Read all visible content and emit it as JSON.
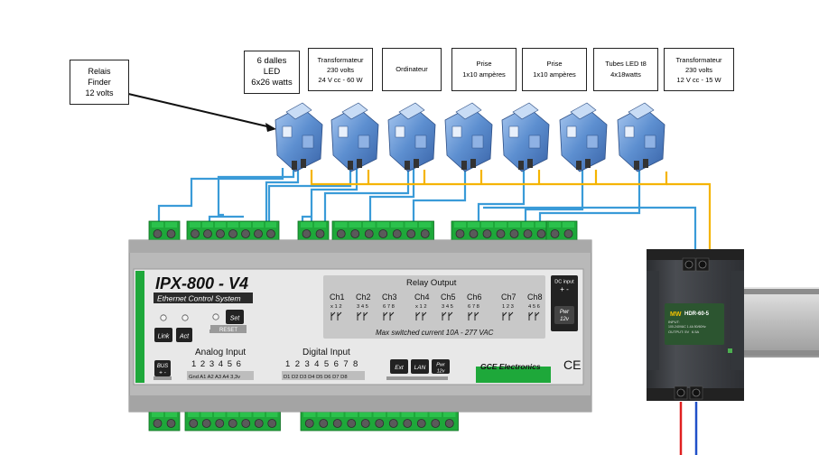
{
  "callouts": {
    "relais": [
      "Relais",
      "Finder",
      "12 volts"
    ],
    "c1": [
      "6 dalles",
      "LED",
      "6x26 watts"
    ],
    "c2": [
      "Transformateur",
      "230 volts",
      "24 V cc - 60 W"
    ],
    "c3": [
      "Ordinateur"
    ],
    "c4": [
      "Prise",
      "1x10 ampères"
    ],
    "c5": [
      "Prise",
      "1x10 ampères"
    ],
    "c6": [
      "Tubes LED t8",
      "4x18watts"
    ],
    "c7": [
      "Transformateur",
      "230 volts",
      "12 V cc - 15 W"
    ]
  },
  "module": {
    "title": "IPX-800 - V4",
    "subtitle": "Ethernet Control System",
    "btn_link": "Link",
    "btn_act": "Act",
    "btn_set": "Set",
    "reset": "RESET",
    "bus": "BUS",
    "bus_pm": "+ -",
    "analog_title": "Analog Input",
    "analog_nums": "1 2 3 4 5 6",
    "analog_pins": "Gnd A1 A2 A3 A4 3,3v",
    "digital_title": "Digital Input",
    "digital_nums": "1 2 3 4 5 6 7 8",
    "digital_pins": "D1 D2 D3 D4 D5 D6 D7 D8",
    "btn_ext": "Ext",
    "btn_lan": "LAN",
    "btn_pwr": "Pwr",
    "btn_pwr_v": "12v",
    "brand": "GCE Electronics",
    "ce": "CE",
    "relay_title": "Relay Output",
    "channels": [
      "Ch1",
      "Ch2",
      "Ch3",
      "Ch4",
      "Ch5",
      "Ch6",
      "Ch7",
      "Ch8"
    ],
    "channel_pins": [
      "x 1 2",
      "3 4 5",
      "6 7 8",
      "x 1 2",
      "3 4 5",
      "6 7 8",
      "1 2 3",
      "4 5 6"
    ],
    "max_switched": "Max switched current 10A - 277 VAC",
    "dc_input": "DC input",
    "dc_pm": "+ -",
    "pwr": "Pwr",
    "pwr_v": "12v"
  },
  "psu": {
    "model": "HDR-60-5",
    "input": "INPUT:",
    "input_val": "100-240VAC 1.4A 50/60Hz",
    "output": "OUTPUT: 5V",
    "output_val": "6.5A",
    "brand": "MW"
  },
  "colors": {
    "wire_blue": "#3a9bd8",
    "wire_yellow": "#f5b400",
    "terminal_green": "#1ea83a",
    "relay_blue": "#5d8fd0",
    "module_gray": "#b8b8b8",
    "psu_dark": "#3a3d40",
    "rail": "#c4c4c4",
    "mains_red": "#e02020",
    "mains_blue": "#2050c8"
  }
}
